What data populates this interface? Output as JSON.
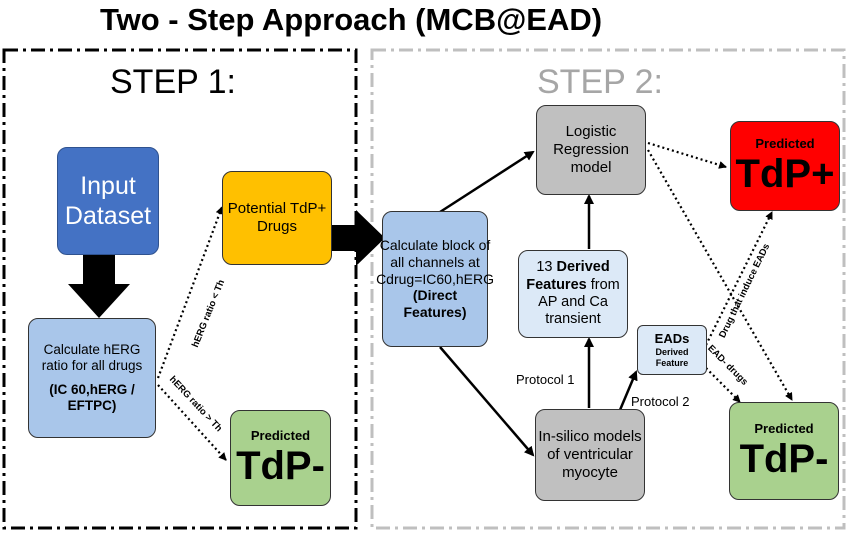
{
  "title": "Two - Step Approach (MCB@EAD)",
  "step1": {
    "label": "STEP 1:",
    "input_dataset": "Input Dataset",
    "calc_herg_line1": "Calculate hERG ratio for all drugs",
    "calc_herg_line2": "(IC 60,hERG / EFTPC)",
    "potential_tdp": "Potential TdP+ Drugs",
    "predicted_label": "Predicted",
    "predicted_tdp_minus": "TdP-",
    "edge_upper": "hERG ratio < Th",
    "edge_lower": "hERG ratio > Th"
  },
  "step2": {
    "label": "STEP 2:",
    "calc_block": "Calculate block of all channels at Cdrug=IC60,hERG",
    "direct_features": "(Direct Features)",
    "logistic": "Logistic Regression model",
    "derived_prefix": "13",
    "derived_bold": "Derived Features",
    "derived_suffix": "from AP and Ca transient",
    "eads_title": "EADs",
    "eads_sub": "Derived Feature",
    "insilico": "In-silico models of ventricular myocyte",
    "protocol1": "Protocol 1",
    "protocol2": "Protocol 2",
    "predicted_label": "Predicted",
    "predicted_tdp_plus": "TdP+",
    "predicted_tdp_minus": "TdP-",
    "edge_induce": "Drug that induce EADs",
    "edge_no_ead": "EAD- drugs"
  },
  "colors": {
    "input_dataset": "#4472c4",
    "herg_box": "#a9c6ea",
    "potential": "#ffc000",
    "grey_box": "#c0c0c0",
    "tdp_minus": "#a9d18e",
    "tdp_plus": "#ff0000",
    "step2_border": "#bfbfbf"
  }
}
